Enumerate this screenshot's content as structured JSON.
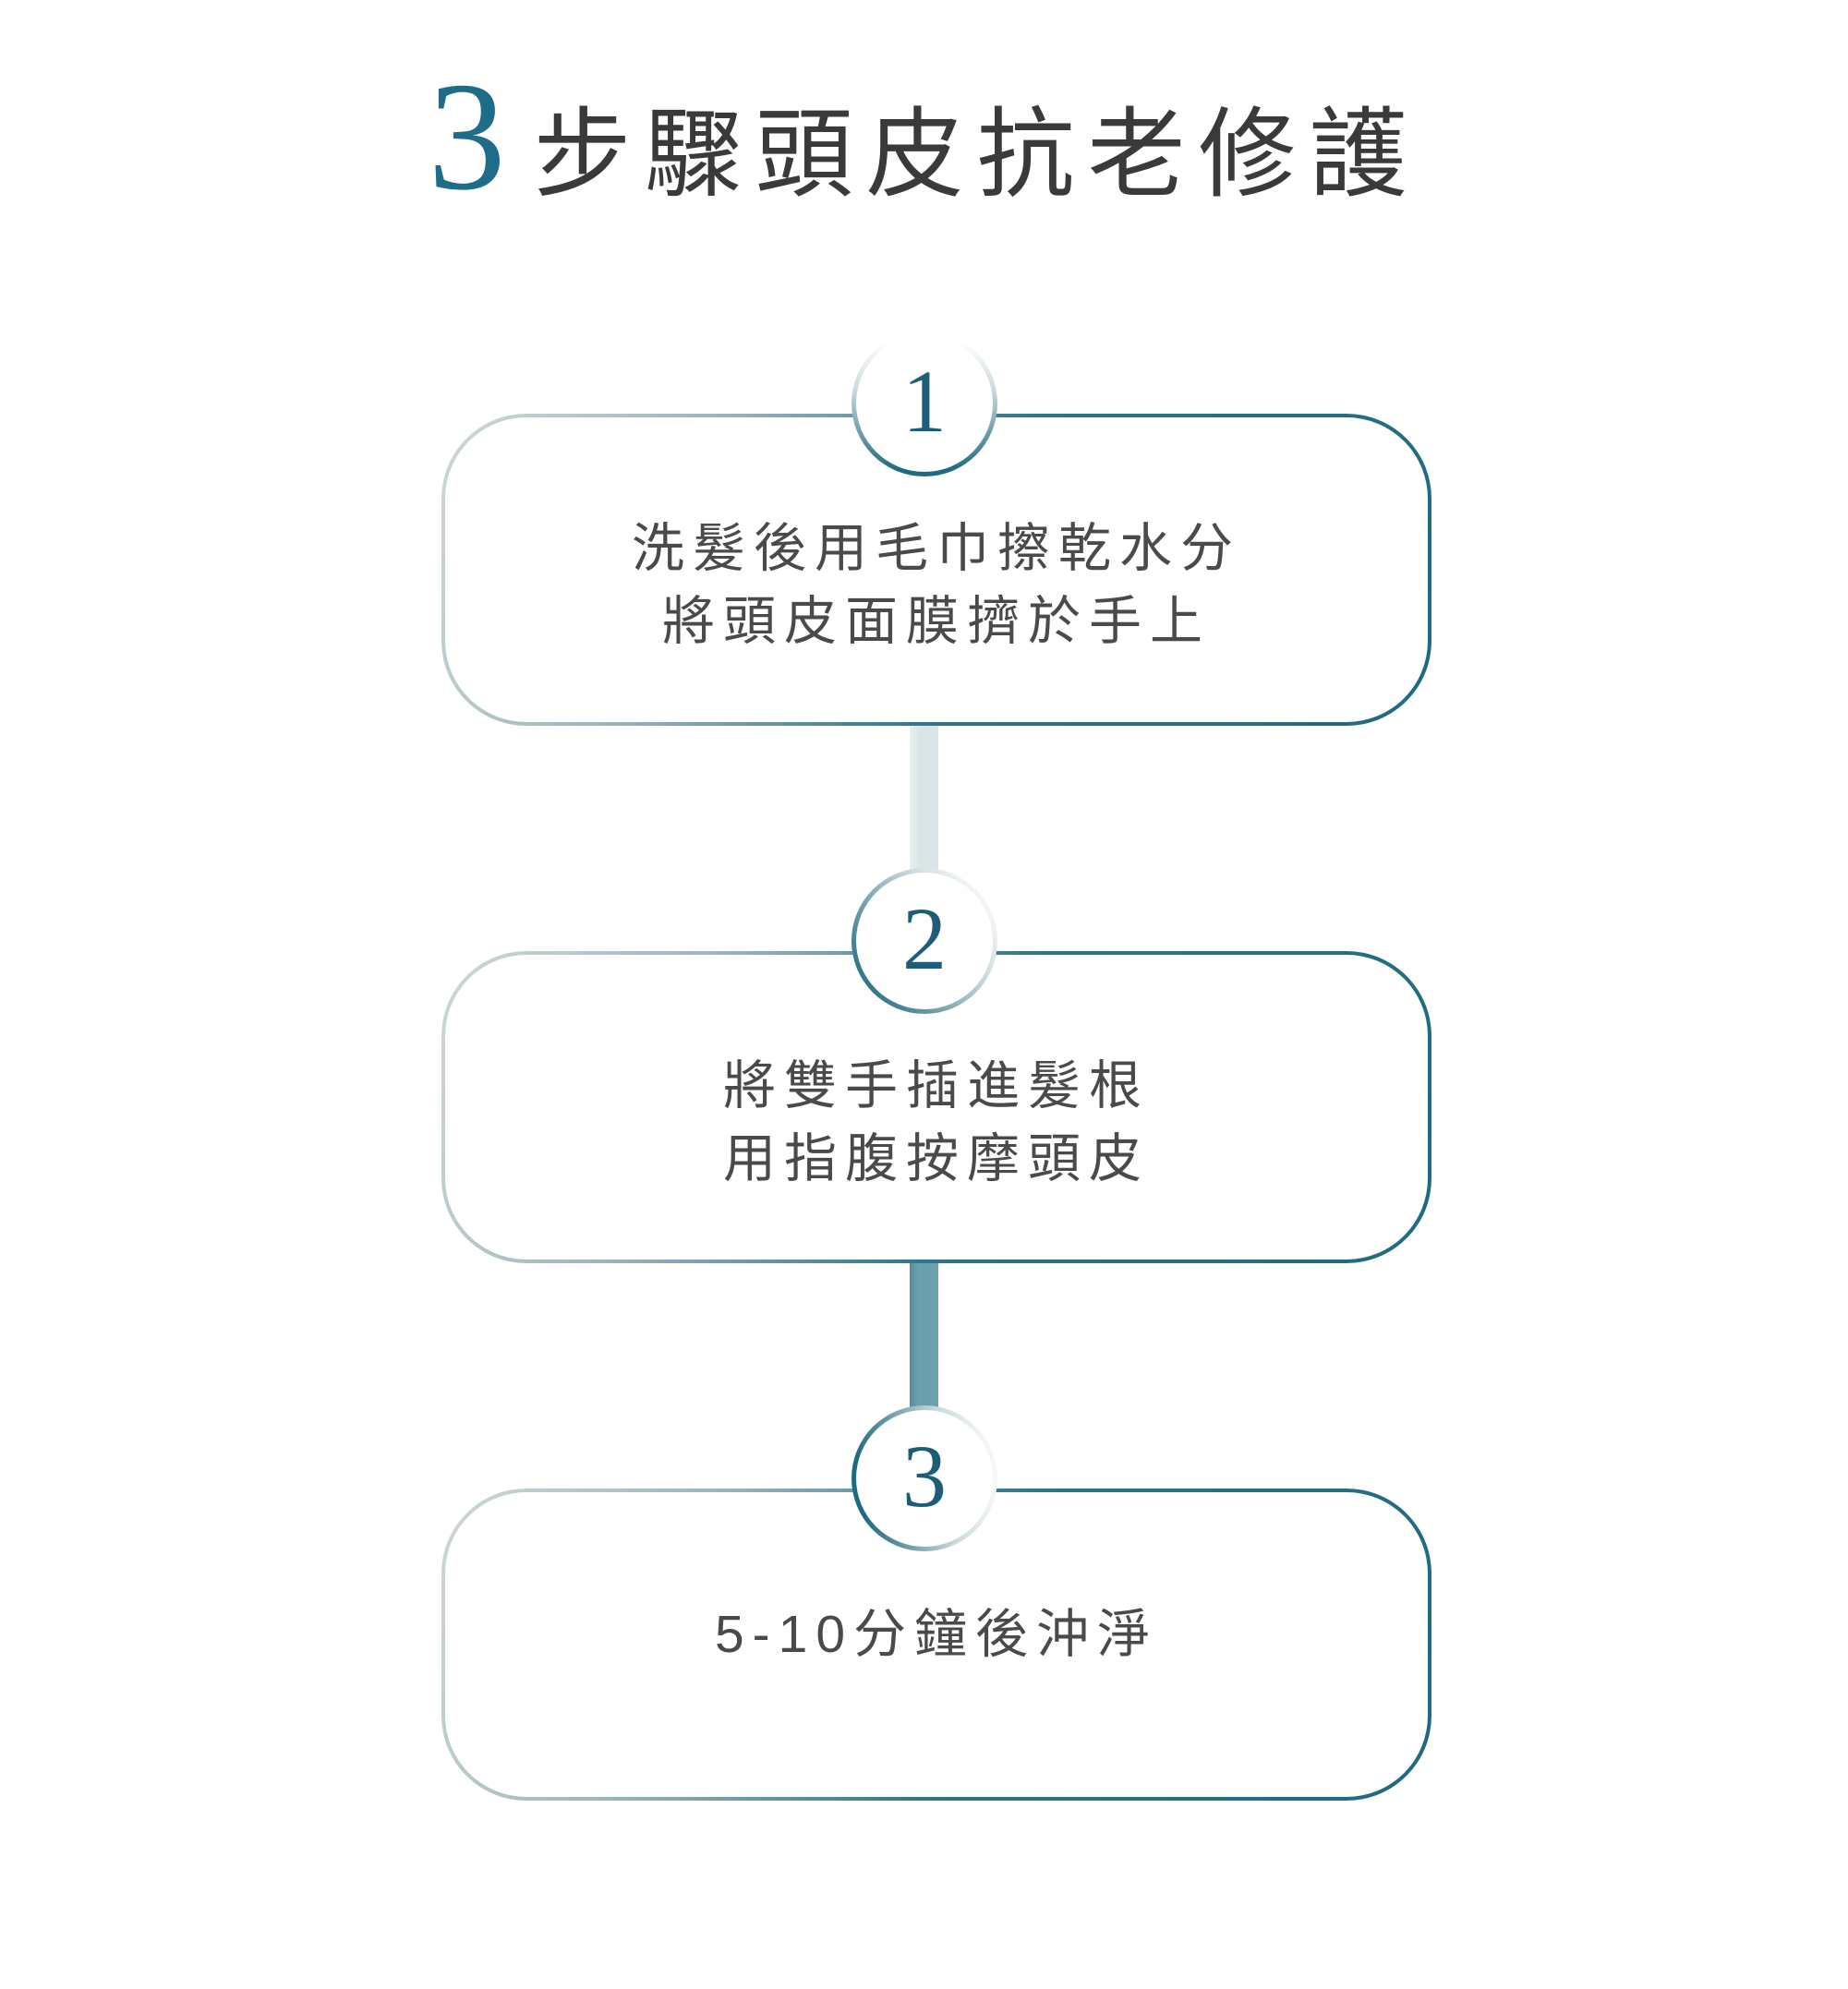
{
  "title": {
    "step_count": "3",
    "heading": "步驟頭皮抗老修護"
  },
  "steps": [
    {
      "number": "1",
      "lines": [
        "洗髮後用毛巾擦乾水分",
        "將頭皮面膜擠於手上"
      ]
    },
    {
      "number": "2",
      "lines": [
        "將雙手插進髮根",
        "用指腹按摩頭皮"
      ]
    },
    {
      "number": "3",
      "lines": [
        "5-10分鐘後沖淨"
      ]
    }
  ],
  "colors": {
    "accent_teal": "#1e6a80",
    "title_number_teal": "#1d6d89",
    "title_text": "#3a3a3c",
    "body_text": "#4a4a4c",
    "step_number_teal": "#1d5d77",
    "connector_light": "#d9e4e7",
    "connector_medium": "#6aa0ae"
  }
}
